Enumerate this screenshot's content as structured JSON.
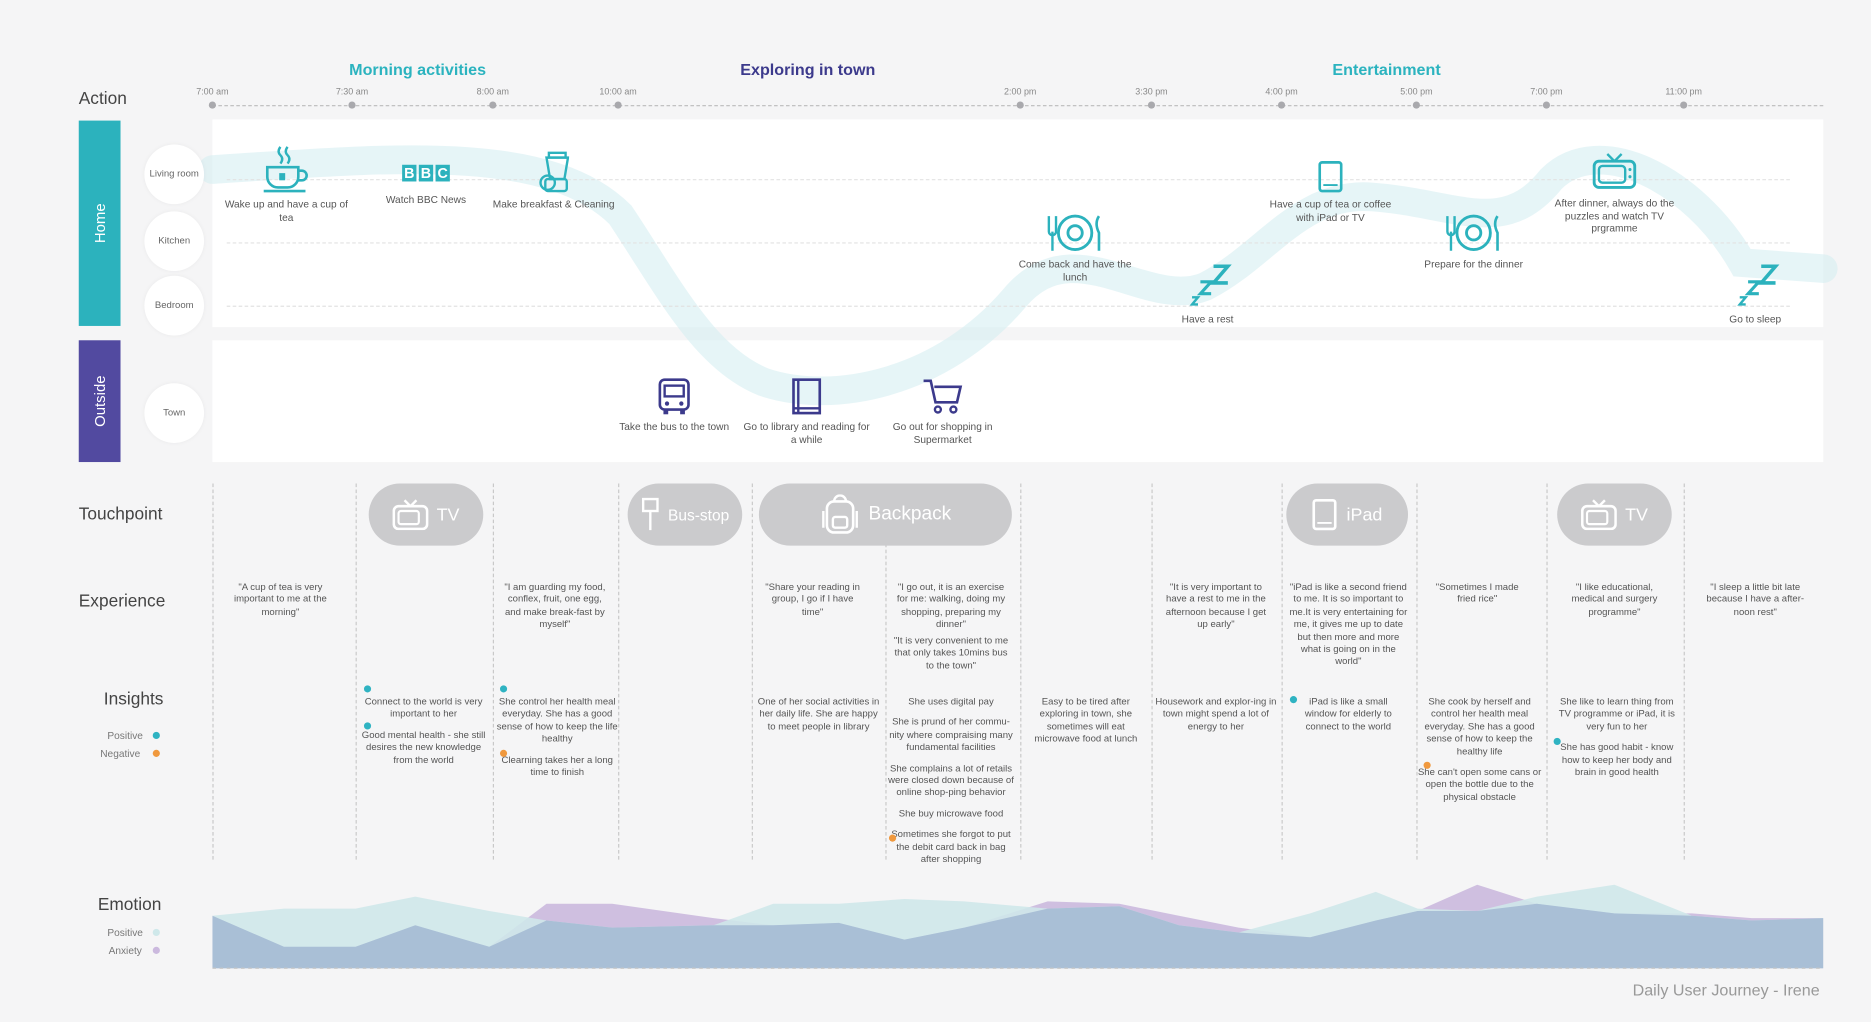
{
  "rows": {
    "action": "Action",
    "touchpoint": "Touchpoint",
    "experience": "Experience",
    "insights": "Insights",
    "emotion": "Emotion"
  },
  "phases": [
    {
      "label": "Morning activities",
      "color": "#2bb3bf"
    },
    {
      "label": "Exploring in town",
      "color": "#3c3a8c"
    },
    {
      "label": "Entertainment",
      "color": "#2bb3bf"
    }
  ],
  "times": [
    "7:00 am",
    "7:30 am",
    "8:00 am",
    "10:00 am",
    "2:00 pm",
    "3:30 pm",
    "4:00 pm",
    "5:00 pm",
    "7:00 pm",
    "11:00 pm"
  ],
  "zones": {
    "home": "Home",
    "outside": "Outside"
  },
  "zone_colors": {
    "home": "#2cb2bd",
    "outside": "#524aa0"
  },
  "places": {
    "living": "Living room",
    "kitchen": "Kitchen",
    "bedroom": "Bedroom",
    "town": "Town"
  },
  "activities": [
    {
      "label": "Wake up and have a cup of tea",
      "icon": "teacup-icon"
    },
    {
      "label": "Watch BBC News",
      "icon": "bbc-logo-icon",
      "logo": "BBC"
    },
    {
      "label": "Make breakfast & Cleaning",
      "icon": "blender-icon"
    },
    {
      "label": "Take the bus to the town",
      "icon": "bus-icon"
    },
    {
      "label": "Go to library and reading for a while",
      "icon": "book-icon"
    },
    {
      "label": "Go out for shopping in Supermarket",
      "icon": "shopping-cart-icon"
    },
    {
      "label": "Come back and have the lunch",
      "icon": "plate-cutlery-icon"
    },
    {
      "label": "Have a rest",
      "icon": "sleep-zzz-icon"
    },
    {
      "label": "Have a cup of tea or coffee with iPad or TV",
      "icon": "tablet-icon"
    },
    {
      "label": "Prepare for the dinner",
      "icon": "plate-cutlery-icon"
    },
    {
      "label": "After dinner, always do the puzzles and watch TV prgramme",
      "icon": "tv-icon"
    },
    {
      "label": "Go to sleep",
      "icon": "sleep-zzz-icon"
    }
  ],
  "touchpoints": [
    {
      "label": "TV",
      "icon": "tv-icon"
    },
    {
      "label": "Bus-stop",
      "icon": "bus-stop-icon"
    },
    {
      "label": "Backpack",
      "icon": "backpack-icon"
    },
    {
      "label": "iPad",
      "icon": "tablet-icon"
    },
    {
      "label": "TV",
      "icon": "tv-icon"
    }
  ],
  "experiences": [
    "\"A cup of tea is very important to me at the morning\"",
    "\"I am guarding my food, conflex, fruit, one egg, and make break-fast by myself\"",
    "\"Share your reading in group, I go if I have time\"",
    "\"I go out, it is an exercise for me: walking, doing my shopping, preparing my dinner\"",
    "\"It is very convenient to me that only takes 10mins bus to the town\"",
    "\"It is very important to have a rest to me in the afternoon because I get up early\"",
    "\"iPad is like a second friend to me. It is so important to me.It is very entertaining for me, it gives me up to date but then more and more what is going on in the world\"",
    "\"Sometimes I made fried rice\"",
    "\"I like educational, medical and surgery programme\"",
    "\"I sleep a little bit late because I have a after-noon rest\""
  ],
  "insights": {
    "tv1": [
      "Connect to the world is very important to her",
      "Good mental health - she still desires the new knowledge from the world"
    ],
    "breakfast": [
      "She control her health meal everyday. She has a good sense of how to keep the life healthy",
      "Clearning takes her a long time to finish"
    ],
    "library": [
      "One of her social activities in her daily life. She are happy to meet people in library"
    ],
    "shopping": [
      "She uses digital pay",
      "She is prund of her commu-nity where compraising many fundamental facilities",
      "She complains a lot of retails were closed down because of online shop-ping behavior",
      "She buy microwave food",
      "Sometimes she forgot to put the debit card back in bag after shopping"
    ],
    "lunch": [
      "Easy to be tired after exploring in town, she sometimes will eat microwave food at lunch"
    ],
    "rest": [
      "Housework and explor-ing in town might spend a lot of energy to her"
    ],
    "ipad": [
      "iPad is like a small window for elderly to connect to the world"
    ],
    "dinner": [
      "She cook by herself and control her health meal everyday. She has a good sense of how to keep the healthy life",
      "She can't open some cans or open the bottle due to the physical obstacle"
    ],
    "tv2": [
      "She like to learn thing from TV programme or iPad, it is very fun to her",
      "She has good habit - know how to keep her body and brain in good health"
    ]
  },
  "insight_legend": {
    "positive": "Positive",
    "negative": "Negative",
    "positive_color": "#2fb3c2",
    "negative_color": "#f0993e"
  },
  "emotion_legend": {
    "positive": "Positive",
    "anxiety": "Anxiety",
    "positive_color": "#cfe8ea",
    "anxiety_color": "#cbb9de"
  },
  "colors": {
    "teal": "#2cb2bd",
    "navy": "#3c3a8c",
    "pill": "#cbcbcd"
  },
  "footer": "Daily User Journey - Irene"
}
